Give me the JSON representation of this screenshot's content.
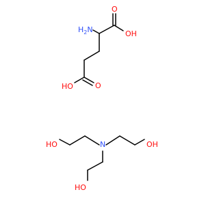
{
  "colors": {
    "background": "#ffffff",
    "bond": "#000000",
    "nitrogen": "#3050F8",
    "oxygen": "#FF0D0D"
  },
  "glutamic_acid": {
    "amine_label": "H2N",
    "acid1_oh_label": "OH",
    "acid1_o_label": "O",
    "acid2_ho_label": "HO",
    "acid2_o_label": "O"
  },
  "triethanolamine": {
    "nitrogen_label": "N",
    "oh_left_label": "HO",
    "oh_right_label": "OH",
    "oh_bottom_label": "HO"
  }
}
